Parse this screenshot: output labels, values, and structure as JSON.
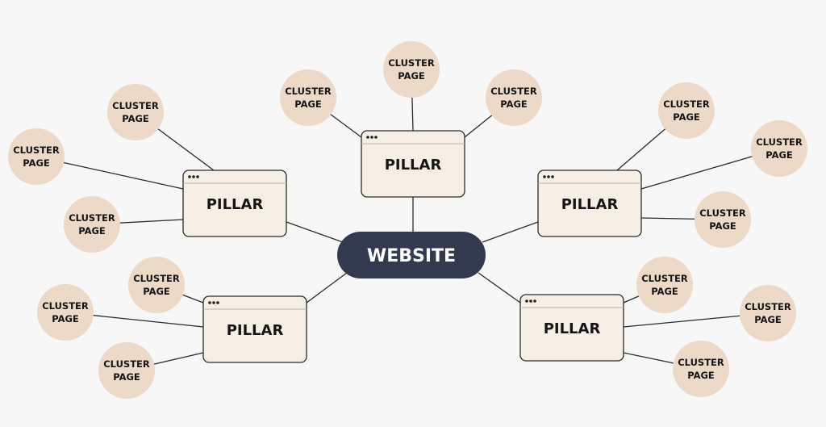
{
  "center": {
    "label": "WEBSITE"
  },
  "pillars": [
    {
      "label": "PILLAR",
      "clusters": [
        {
          "line1": "CLUSTER",
          "line2": "PAGE"
        },
        {
          "line1": "CLUSTER",
          "line2": "PAGE"
        },
        {
          "line1": "CLUSTER",
          "line2": "PAGE"
        }
      ]
    },
    {
      "label": "PILLAR",
      "clusters": [
        {
          "line1": "CLUSTER",
          "line2": "PAGE"
        },
        {
          "line1": "CLUSTER",
          "line2": "PAGE"
        },
        {
          "line1": "CLUSTER",
          "line2": "PAGE"
        }
      ]
    },
    {
      "label": "PILLAR",
      "clusters": [
        {
          "line1": "CLUSTER",
          "line2": "PAGE"
        },
        {
          "line1": "CLUSTER",
          "line2": "PAGE"
        },
        {
          "line1": "CLUSTER",
          "line2": "PAGE"
        }
      ]
    },
    {
      "label": "PILLAR",
      "clusters": [
        {
          "line1": "CLUSTER",
          "line2": "PAGE"
        },
        {
          "line1": "CLUSTER",
          "line2": "PAGE"
        },
        {
          "line1": "CLUSTER",
          "line2": "PAGE"
        }
      ]
    },
    {
      "label": "PILLAR",
      "clusters": [
        {
          "line1": "CLUSTER",
          "line2": "PAGE"
        },
        {
          "line1": "CLUSTER",
          "line2": "PAGE"
        },
        {
          "line1": "CLUSTER",
          "line2": "PAGE"
        }
      ]
    }
  ],
  "colors": {
    "center": "#333a4f",
    "pillar": "#f5efe6",
    "cluster": "#ecd9c8",
    "line": "#2a2a2a"
  }
}
